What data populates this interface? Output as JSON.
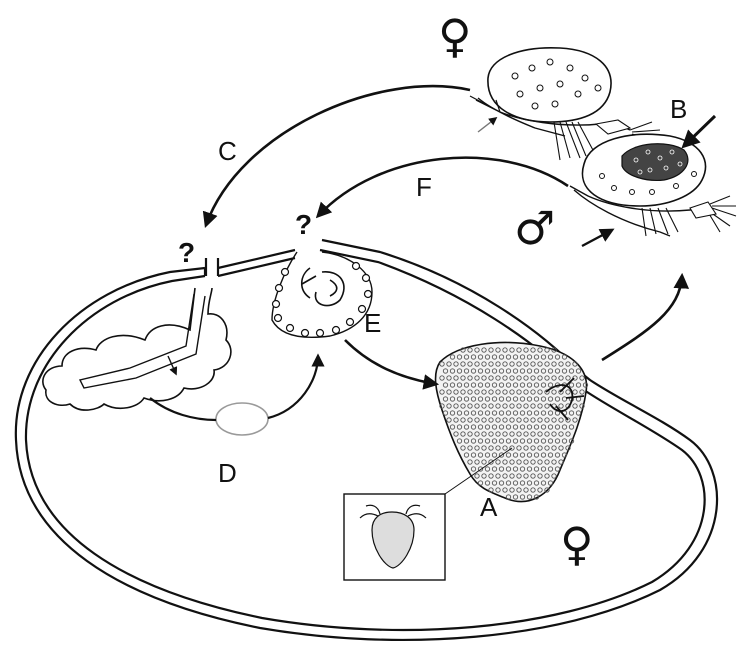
{
  "diagram": {
    "labels": {
      "a": "A",
      "b": "B",
      "c": "C",
      "d": "D",
      "e": "E",
      "f": "F"
    },
    "question_marks": [
      "?",
      "?"
    ],
    "female_symbols": [
      "♀",
      "♀"
    ],
    "male_symbol": "♂"
  },
  "colors": {
    "line": "#111111",
    "background": "#ffffff",
    "egg": "#9a9a9a"
  }
}
